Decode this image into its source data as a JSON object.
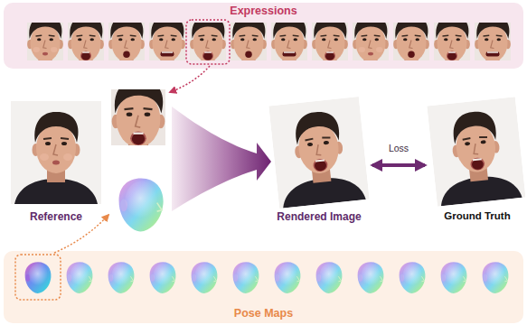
{
  "diagram": {
    "nodes": [
      {
        "text": [
          "Expressions"
        ]
      },
      {
        "text": [
          "Reference"
        ]
      },
      {
        "text": [
          "Rendered Image"
        ]
      },
      {
        "text": [
          "Ground Truth"
        ]
      },
      {
        "text": [
          "Pose Maps"
        ]
      }
    ],
    "edges": [
      {
        "from": 1,
        "to": 2,
        "arrow": "to"
      },
      {
        "from": 2,
        "to": 3,
        "label": "Loss",
        "arrow": "both"
      }
    ]
  }
}
